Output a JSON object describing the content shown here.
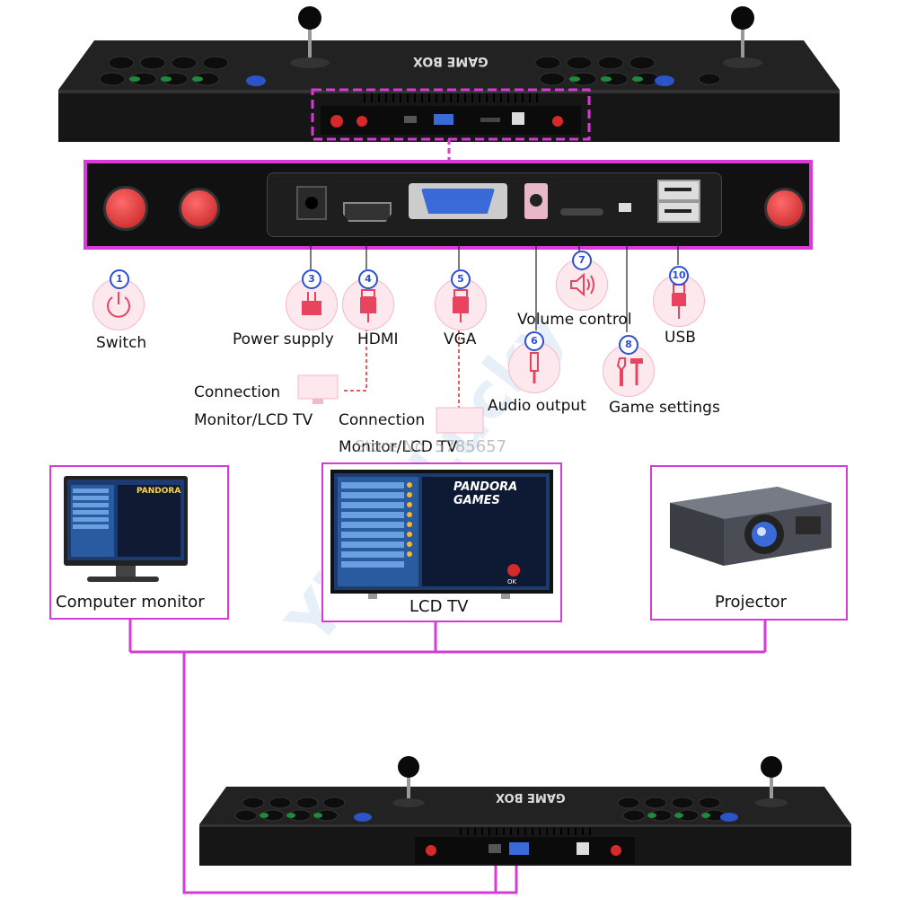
{
  "labels": {
    "switch": "Switch",
    "power_supply": "Power supply",
    "hdmi": "HDMI",
    "vga": "VGA",
    "volume_control": "Volume control",
    "usb": "USB",
    "audio_output": "Audio output",
    "game_settings": "Game settings",
    "connection1_line1": "Connection",
    "connection1_line2": "Monitor/LCD TV",
    "connection2_line1": "Connection",
    "connection2_line2": "Monitor/LCD TV",
    "store": "Store No. 5785657",
    "watermark": "YinYuLucky"
  },
  "callouts": [
    "1",
    "3",
    "4",
    "5",
    "6",
    "7",
    "8",
    "10"
  ],
  "devices": {
    "computer_monitor": "Computer monitor",
    "lcd_tv": "LCD TV",
    "projector": "Projector",
    "screen_brand_line1": "PANDORA",
    "screen_brand_line2": "GAMES",
    "screen_ok": "OK"
  },
  "console": {
    "logo": "GAME BOX"
  },
  "colors": {
    "accent_pink": "#d83ad8",
    "button_red": "#d62a2a",
    "button_green": "#1f8a3b",
    "button_blue": "#2a55c7",
    "vga_blue": "#3a6ad8",
    "callout_blue": "#2b4fd6"
  },
  "icons": [
    "power-icon",
    "plug-icon",
    "hdmi-plug-icon",
    "vga-plug-icon",
    "audio-jack-icon",
    "speaker-icon",
    "wrench-screwdriver-icon",
    "usb-icon",
    "monitor-icon"
  ]
}
